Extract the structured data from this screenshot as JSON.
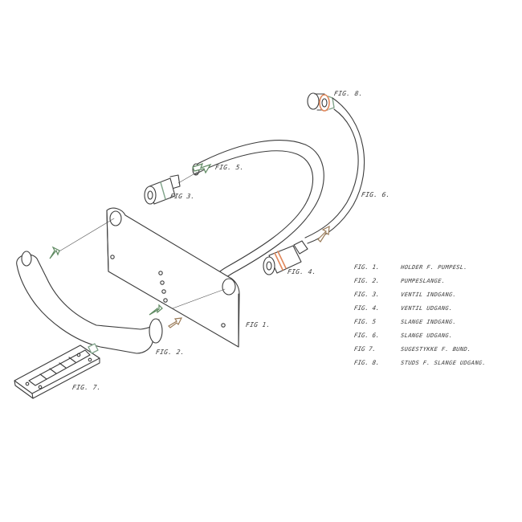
{
  "callouts": {
    "fig1": "FIG 1.",
    "fig2": "FIG. 2.",
    "fig3": "FIG 3.",
    "fig4": "FIG. 4.",
    "fig5": "FIG. 5.",
    "fig6": "FIG. 6.",
    "fig7": "FIG. 7.",
    "fig8": "FIG. 8."
  },
  "legend": [
    {
      "fig": "FIG. 1.",
      "desc": "HOLDER F. PUMPESL."
    },
    {
      "fig": "FIG. 2.",
      "desc": "PUMPESLANGE."
    },
    {
      "fig": "FIG. 3.",
      "desc": "VENTIL INDGANG."
    },
    {
      "fig": "FIG. 4.",
      "desc": "VENTIL UDGANG."
    },
    {
      "fig": "FIG. 5",
      "desc": "SLANGE INDGANG."
    },
    {
      "fig": "FIG. 6.",
      "desc": "SLANGE UDGANG."
    },
    {
      "fig": "FIG 7.",
      "desc": "SUGESTYKKE F. BUND."
    },
    {
      "fig": "FIG. 8.",
      "desc": "STUDS F. SLANGE UDGANG."
    }
  ],
  "colors": {
    "line": "#3c3c3c",
    "arrow_green": "#5f8a62",
    "arrow_brown": "#9a7b58",
    "band_green": "#7fa389",
    "band_orange": "#e0875a"
  }
}
